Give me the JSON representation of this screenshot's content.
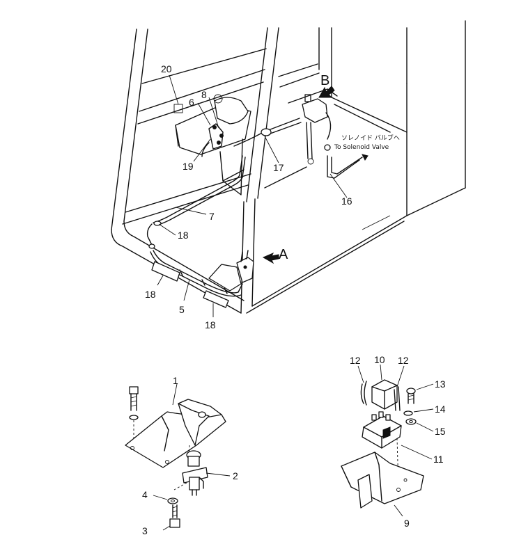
{
  "callouts": {
    "p1": "1",
    "p2": "2",
    "p3": "3",
    "p4": "4",
    "p5": "5",
    "p6": "6",
    "p7": "7",
    "p8": "8",
    "p9": "9",
    "p10": "10",
    "p11": "11",
    "p12a": "12",
    "p12b": "12",
    "p13": "13",
    "p14": "14",
    "p15": "15",
    "p16": "16",
    "p17": "17",
    "p18a": "18",
    "p18b": "18",
    "p18c": "18",
    "p19": "19",
    "p20": "20"
  },
  "views": {
    "a": "A",
    "b": "B"
  },
  "note": {
    "jp": "ソレノイド バルブへ",
    "en": "To Solenoid Valve"
  }
}
